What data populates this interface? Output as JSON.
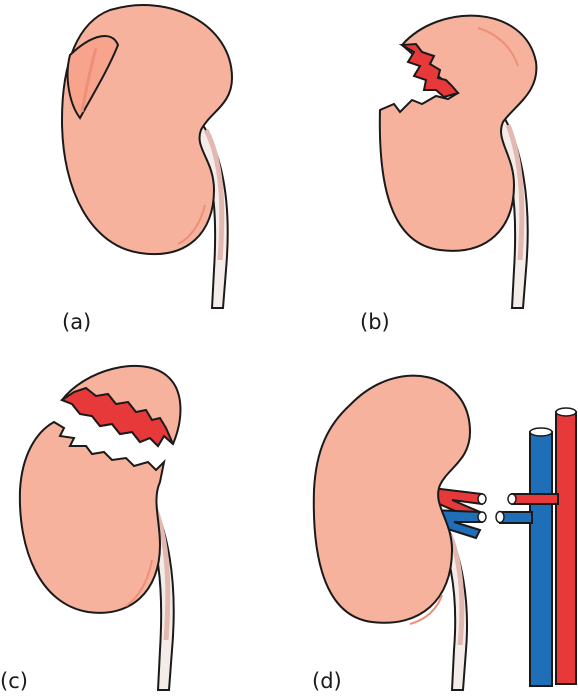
{
  "panels": [
    {
      "label": "(a)"
    },
    {
      "label": "(b)"
    },
    {
      "label": "(c)"
    },
    {
      "label": "(d)"
    }
  ],
  "colors": {
    "kidney": "#f6b29c",
    "outline": "#1a1a1a",
    "ureter": "#f4ece8",
    "ureter_shade": "#e2b8b0",
    "laceration": "#e8393a",
    "artery": "#e8393a",
    "vein": "#1f6fb8",
    "highlight": "#ee8f78"
  }
}
